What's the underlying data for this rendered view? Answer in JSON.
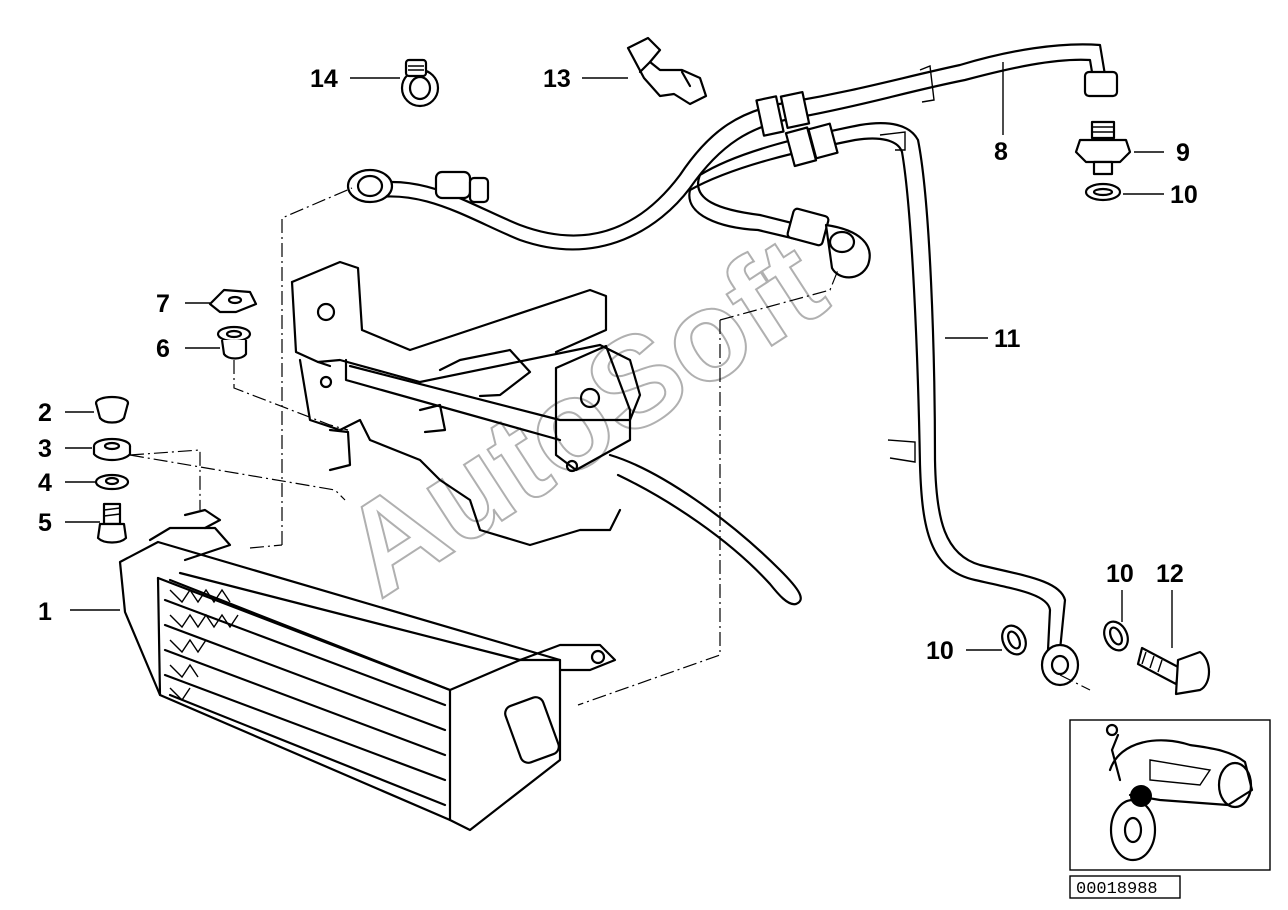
{
  "diagram": {
    "callouts": [
      {
        "id": "c1",
        "text": "1"
      },
      {
        "id": "c2",
        "text": "2"
      },
      {
        "id": "c3",
        "text": "3"
      },
      {
        "id": "c4",
        "text": "4"
      },
      {
        "id": "c5",
        "text": "5"
      },
      {
        "id": "c6",
        "text": "6"
      },
      {
        "id": "c7",
        "text": "7"
      },
      {
        "id": "c8",
        "text": "8"
      },
      {
        "id": "c9",
        "text": "9"
      },
      {
        "id": "c10a",
        "text": "10"
      },
      {
        "id": "c10b",
        "text": "10"
      },
      {
        "id": "c10c",
        "text": "10"
      },
      {
        "id": "c11",
        "text": "11"
      },
      {
        "id": "c12",
        "text": "12"
      },
      {
        "id": "c13",
        "text": "13"
      },
      {
        "id": "c14",
        "text": "14"
      }
    ],
    "watermark": "AutoSoft",
    "reference_number": "00018988"
  }
}
